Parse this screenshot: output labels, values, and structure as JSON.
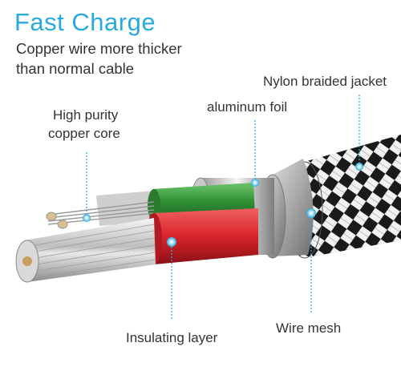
{
  "header": {
    "title": "Fast Charge",
    "subtitle_line1": "Copper wire more thicker",
    "subtitle_line2": "than normal cable"
  },
  "labels": {
    "nylon": "Nylon braided jacket",
    "foil": "aluminum foil",
    "core_line1": "High purity",
    "core_line2": "copper core",
    "insulating": "Insulating layer",
    "mesh": "Wire mesh"
  },
  "colors": {
    "accent": "#2aa9df",
    "green_wire": "#3a9a3a",
    "red_wire": "#d8242a"
  }
}
